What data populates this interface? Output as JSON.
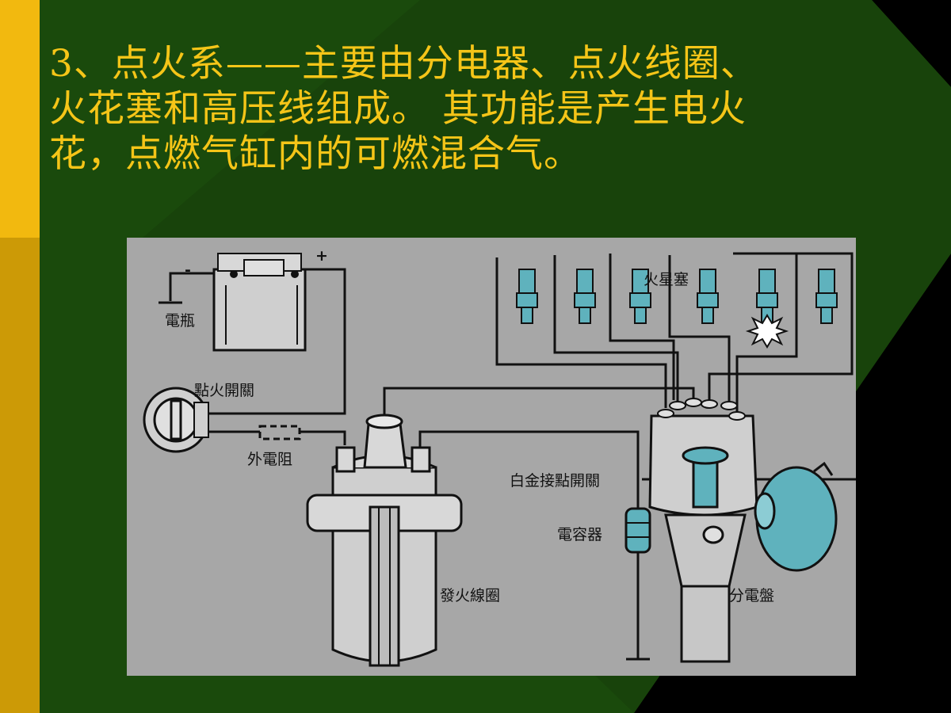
{
  "slide": {
    "title_lines": [
      "3、点火系——主要由分电器、点火线圈、",
      "火花塞和高压线组成。 其功能是产生电火",
      "花，点燃气缸内的可燃混合气。"
    ]
  },
  "diagram": {
    "labels": {
      "battery": "電瓶",
      "minus": "-",
      "plus": "+",
      "ignition_switch": "點火開關",
      "external_resistor": "外電阻",
      "spark_plugs": "火星塞",
      "breaker_points": "白金接點開關",
      "condenser": "電容器",
      "ignition_coil": "發火線圈",
      "distributor": "分電盤"
    }
  },
  "colors": {
    "accent_yellow": "#f5c518",
    "bar_yellow": "#f2b90f",
    "bar_gold": "#cc9a06",
    "bg_green": "#1a4a0c",
    "part_teal": "#5fb2bd",
    "panel_gray": "#a7a7a7"
  }
}
